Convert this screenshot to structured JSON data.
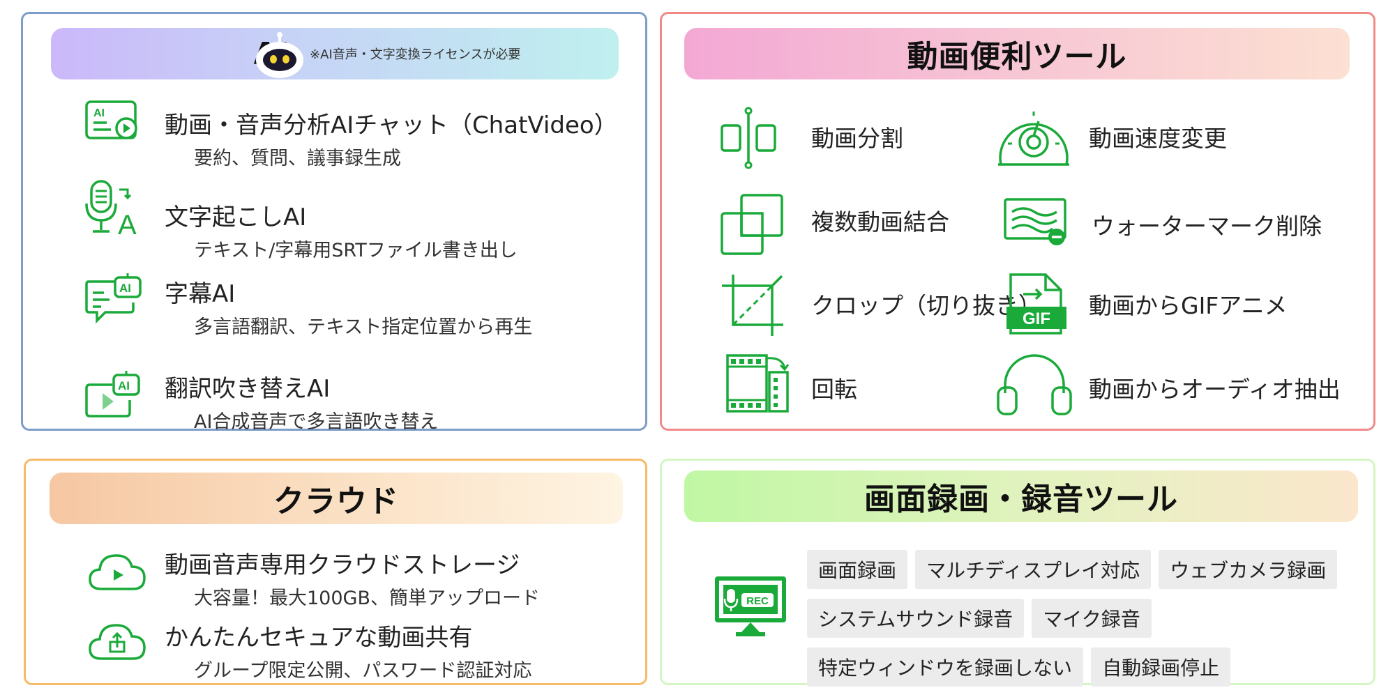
{
  "ai": {
    "title": "AI",
    "note": "※AI音声・文字変換ライセンスが必要",
    "items": [
      {
        "icon": "ai-video-chat-icon",
        "label": "動画・音声分析AIチャット（ChatVideo）",
        "sub": "要約、質問、議事録生成"
      },
      {
        "icon": "microphone-transcribe-icon",
        "label": "文字起こしAI",
        "sub": "テキスト/字幕用SRTファイル書き出し"
      },
      {
        "icon": "ai-subtitle-chat-icon",
        "label": "字幕AI",
        "sub": "多言語翻訳、テキスト指定位置から再生"
      },
      {
        "icon": "ai-dubbing-icon",
        "label": "翻訳吹き替えAI",
        "sub": "AI合成音声で多言語吹き替え"
      }
    ]
  },
  "tools": {
    "title": "動画便利ツール",
    "items": [
      {
        "icon": "split-icon",
        "label": "動画分割"
      },
      {
        "icon": "speed-gauge-icon",
        "label": "動画速度変更"
      },
      {
        "icon": "merge-icon",
        "label": "複数動画結合"
      },
      {
        "icon": "watermark-remove-icon",
        "label": "ウォーターマーク削除"
      },
      {
        "icon": "crop-icon",
        "label": "クロップ（切り抜き）"
      },
      {
        "icon": "gif-file-icon",
        "label": "動画からGIFアニメ"
      },
      {
        "icon": "rotate-film-icon",
        "label": "回転"
      },
      {
        "icon": "headphones-icon",
        "label": "動画からオーディオ抽出"
      }
    ],
    "gif_text": "GIF"
  },
  "cloud": {
    "title": "クラウド",
    "items": [
      {
        "icon": "cloud-play-icon",
        "label": "動画音声専用クラウドストレージ",
        "sub": "大容量！最大100GB、簡単アップロード"
      },
      {
        "icon": "cloud-upload-icon",
        "label": "かんたんセキュアな動画共有",
        "sub": "グループ限定公開、パスワード認証対応"
      }
    ]
  },
  "rec": {
    "title": "画面録画・録音ツール",
    "icon": "rec-monitor-icon",
    "rec_text": "REC",
    "tags": [
      "画面録画",
      "マルチディスプレイ対応",
      "ウェブカメラ録画",
      "システムサウンド録音",
      "マイク録音",
      "特定ウィンドウを録画しない",
      "自動録画停止"
    ]
  },
  "colors": {
    "accent_green": "#1aaa3a"
  }
}
